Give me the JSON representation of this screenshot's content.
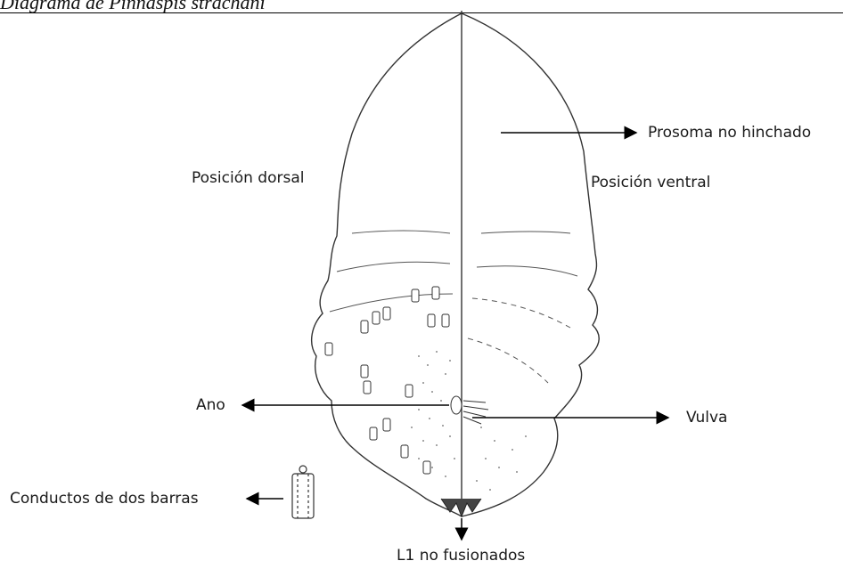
{
  "caption": "Diagrama de Pinnaspis strachani",
  "labels": {
    "dorsal": "Posición dorsal",
    "ventral": "Posición ventral",
    "prosoma": "Prosoma no hinchado",
    "ano": "Ano",
    "vulva": "Vulva",
    "conductos": "Conductos de dos barras",
    "l1": "L1 no fusionados"
  }
}
